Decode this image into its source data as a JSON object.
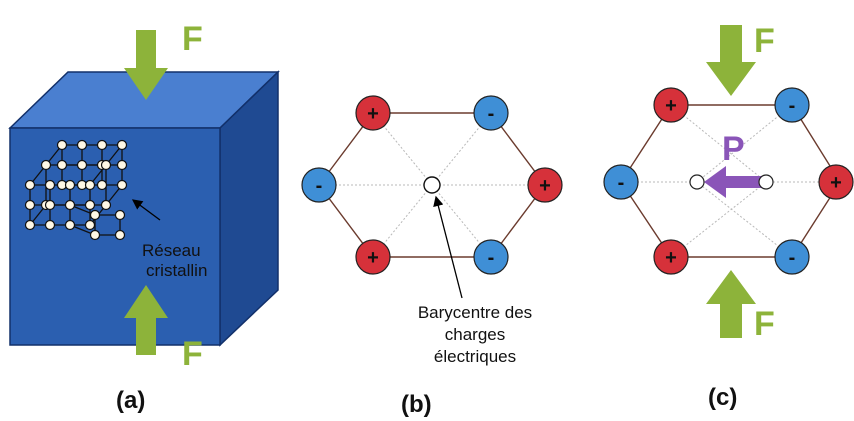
{
  "panel_a": {
    "force_top": "F",
    "force_bottom": "F",
    "lattice_label_line1": "Réseau",
    "lattice_label_line2": "cristallin",
    "caption": "(a)"
  },
  "panel_b": {
    "charges": [
      "+",
      "-",
      "-",
      "+",
      "+",
      "-"
    ],
    "annotation_line1": "Barycentre des",
    "annotation_line2": "charges",
    "annotation_line3": "électriques",
    "caption": "(b)"
  },
  "panel_c": {
    "force_top": "F",
    "force_bottom": "F",
    "polarization": "P",
    "charges": [
      "+",
      "-",
      "-",
      "+",
      "+",
      "-"
    ],
    "caption": "(c)"
  },
  "colors": {
    "cube_front": "#2b5fb0",
    "cube_top": "#4a7fd0",
    "cube_side": "#1f4a92",
    "arrow_green": "#8db33a",
    "positive_ion": "#d6313a",
    "negative_ion": "#3f8fd6",
    "polarization_arrow": "#8a55b8",
    "hex_line": "#6b3b2e"
  }
}
